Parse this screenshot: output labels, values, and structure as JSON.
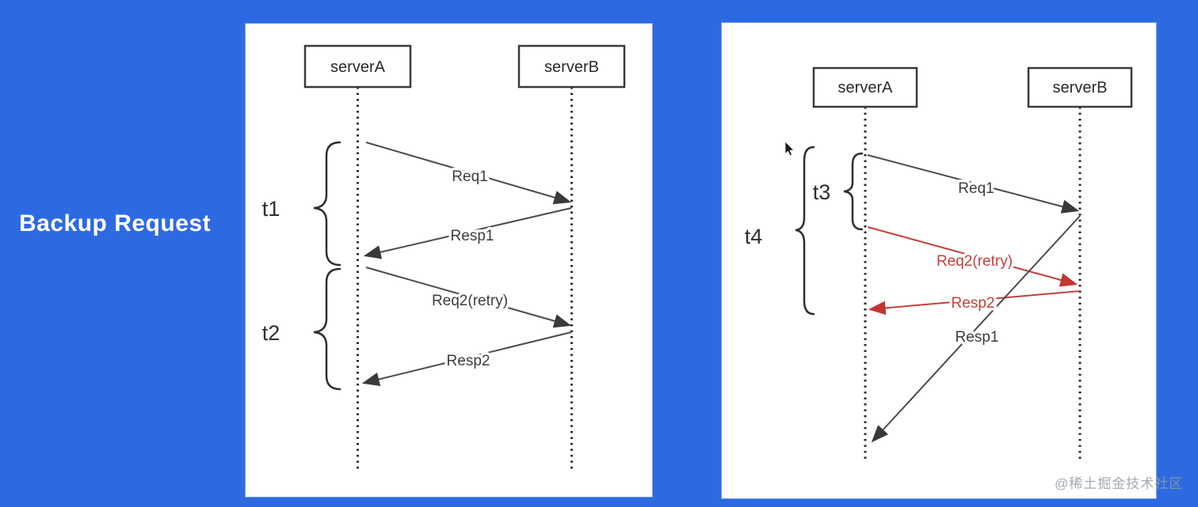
{
  "page": {
    "title": "Backup Request",
    "background_color": "#2d6ae2"
  },
  "watermark": {
    "text": "@稀土掘金技术社区"
  },
  "colors": {
    "line": "#4a4a4a",
    "retry_red": "#c2403b",
    "panel_bg": "#ffffff",
    "title_text": "#ffffff"
  },
  "left_diagram": {
    "participants": [
      {
        "label": "serverA"
      },
      {
        "label": "serverB"
      }
    ],
    "time_brackets": [
      {
        "label": "t1"
      },
      {
        "label": "t2"
      }
    ],
    "messages": [
      {
        "label": "Req1",
        "from": "serverA",
        "to": "serverB",
        "style": "normal"
      },
      {
        "label": "Resp1",
        "from": "serverB",
        "to": "serverA",
        "style": "normal"
      },
      {
        "label": "Req2(retry)",
        "from": "serverA",
        "to": "serverB",
        "style": "normal"
      },
      {
        "label": "Resp2",
        "from": "serverB",
        "to": "serverA",
        "style": "normal"
      }
    ]
  },
  "right_diagram": {
    "participants": [
      {
        "label": "serverA"
      },
      {
        "label": "serverB"
      }
    ],
    "time_brackets": [
      {
        "label": "t3"
      },
      {
        "label": "t4"
      }
    ],
    "messages": [
      {
        "label": "Req1",
        "from": "serverA",
        "to": "serverB",
        "style": "normal"
      },
      {
        "label": "Req2(retry)",
        "from": "serverA",
        "to": "serverB",
        "style": "retry"
      },
      {
        "label": "Resp2",
        "from": "serverB",
        "to": "serverA",
        "style": "retry"
      },
      {
        "label": "Resp1",
        "from": "serverB",
        "to": "serverA",
        "style": "normal"
      }
    ]
  }
}
